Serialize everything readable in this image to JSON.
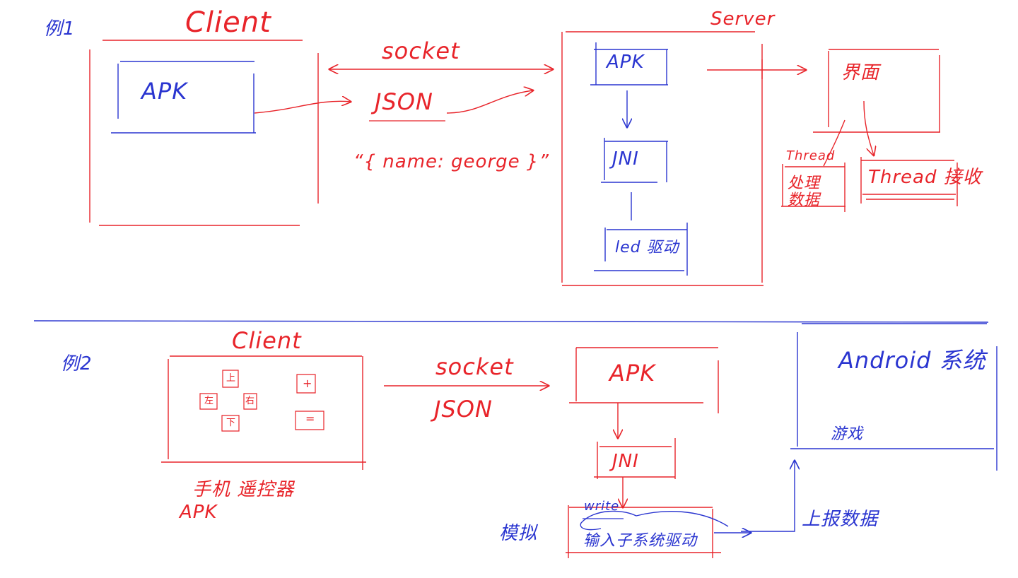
{
  "colors": {
    "red": "#e8242a",
    "blue": "#2a35d0"
  },
  "example1": {
    "title": "例1",
    "client": "Client",
    "client_apk": "APK",
    "socket": "socket",
    "json": "JSON",
    "json_sample": "“{ name: george }”",
    "server": "Server",
    "server_apk": "APK",
    "jni": "JNI",
    "led_driver": "led 驱动",
    "ui": "界面",
    "thread_top": "Thread",
    "handle_data": "处理数据",
    "thread_receive": "Thread 接收"
  },
  "example2": {
    "title": "例2",
    "client": "Client",
    "btn_up": "上",
    "btn_left": "左",
    "btn_right": "右",
    "btn_down": "下",
    "btn_plus": "+",
    "btn_minus": "=",
    "remote_label": "手机 遥控器",
    "remote_apk": "APK",
    "socket": "socket",
    "json": "JSON",
    "server_apk": "APK",
    "jni": "JNI",
    "write": "write",
    "simulate": "模拟",
    "input_driver": "输入子系统驱动",
    "android_system": "Android 系统",
    "game": "游戏",
    "report_data": "上报数据"
  }
}
